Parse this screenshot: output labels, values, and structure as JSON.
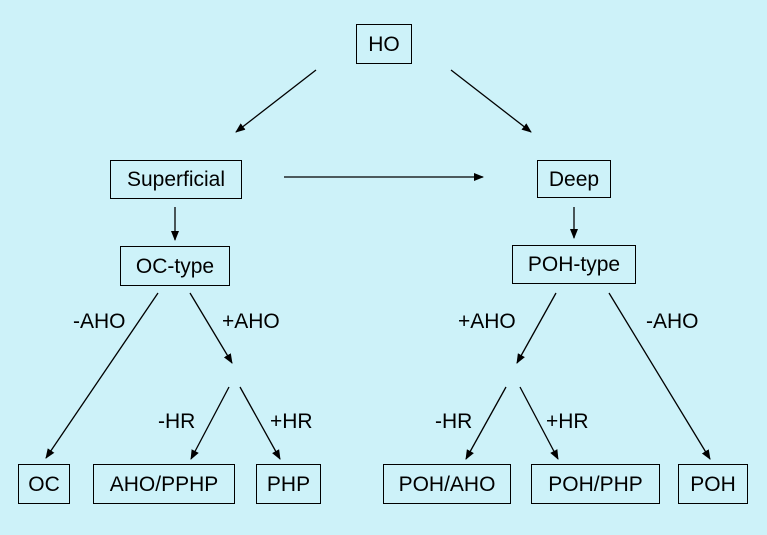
{
  "nodes": {
    "ho": "HO",
    "superficial": "Superficial",
    "deep": "Deep",
    "oc_type": "OC-type",
    "poh_type": "POH-type",
    "oc": "OC",
    "aho_pphp": "AHO/PPHP",
    "php": "PHP",
    "poh_aho": "POH/AHO",
    "poh_php": "POH/PHP",
    "poh": "POH"
  },
  "edge_labels": {
    "oc_minus_aho": "-AHO",
    "oc_plus_aho": "+AHO",
    "oc_minus_hr": "-HR",
    "oc_plus_hr": "+HR",
    "poh_plus_aho": "+AHO",
    "poh_minus_aho": "-AHO",
    "poh_minus_hr": "-HR",
    "poh_plus_hr": "+HR"
  },
  "colors": {
    "background": "#cdf2f9",
    "line": "#000000"
  }
}
